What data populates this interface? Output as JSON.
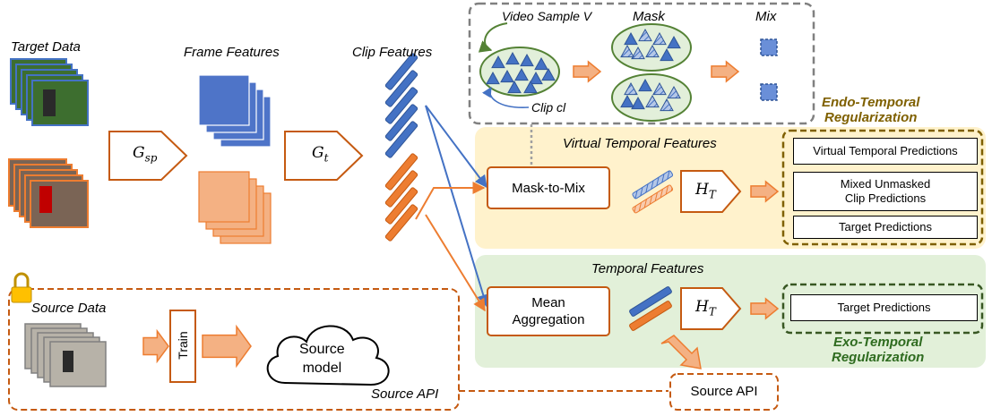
{
  "labels": {
    "target_data": "Target Data",
    "frame_features": "Frame Features",
    "clip_features": "Clip Features",
    "video_sample": "Video Sample V",
    "mask": "Mask",
    "mix": "Mix",
    "clip_cl": "Clip cl",
    "virtual_temporal_features": "Virtual Temporal Features",
    "temporal_features": "Temporal Features",
    "source_data": "Source Data",
    "source_api_label": "Source API"
  },
  "operators": {
    "g_sp": "G",
    "g_sp_sub": "sp",
    "g_t": "G",
    "g_t_sub": "t",
    "h_t": "H",
    "h_t_sub": "T"
  },
  "boxes": {
    "mask_to_mix": "Mask-to-Mix",
    "mean_aggregation_1": "Mean",
    "mean_aggregation_2": "Aggregation",
    "source_model_1": "Source",
    "source_model_2": "model",
    "train": "Train",
    "source_api": "Source API"
  },
  "endo": {
    "title_1": "Endo-Temporal",
    "title_2": "Regularization",
    "color": "#7f6000",
    "predictions": [
      "Virtual Temporal Predictions",
      "Mixed Unmasked",
      "Clip Predictions",
      "Target Predictions"
    ]
  },
  "exo": {
    "title_1": "Exo-Temporal",
    "title_2": "Regularization",
    "color": "#2e6b1f",
    "predictions": [
      "Target Predictions"
    ]
  },
  "colors": {
    "orange": "#ed7d31",
    "orange_dark": "#c55a11",
    "blue": "#4472c4",
    "blue_dark": "#2f5597",
    "yellow_panel": "#fff2cc",
    "green_panel": "#e2f0d9",
    "frame_blue": "#4e74c8",
    "frame_orange": "#f4b183"
  },
  "icons": [
    "lock-icon",
    "cloud-icon",
    "arrow-icon"
  ]
}
